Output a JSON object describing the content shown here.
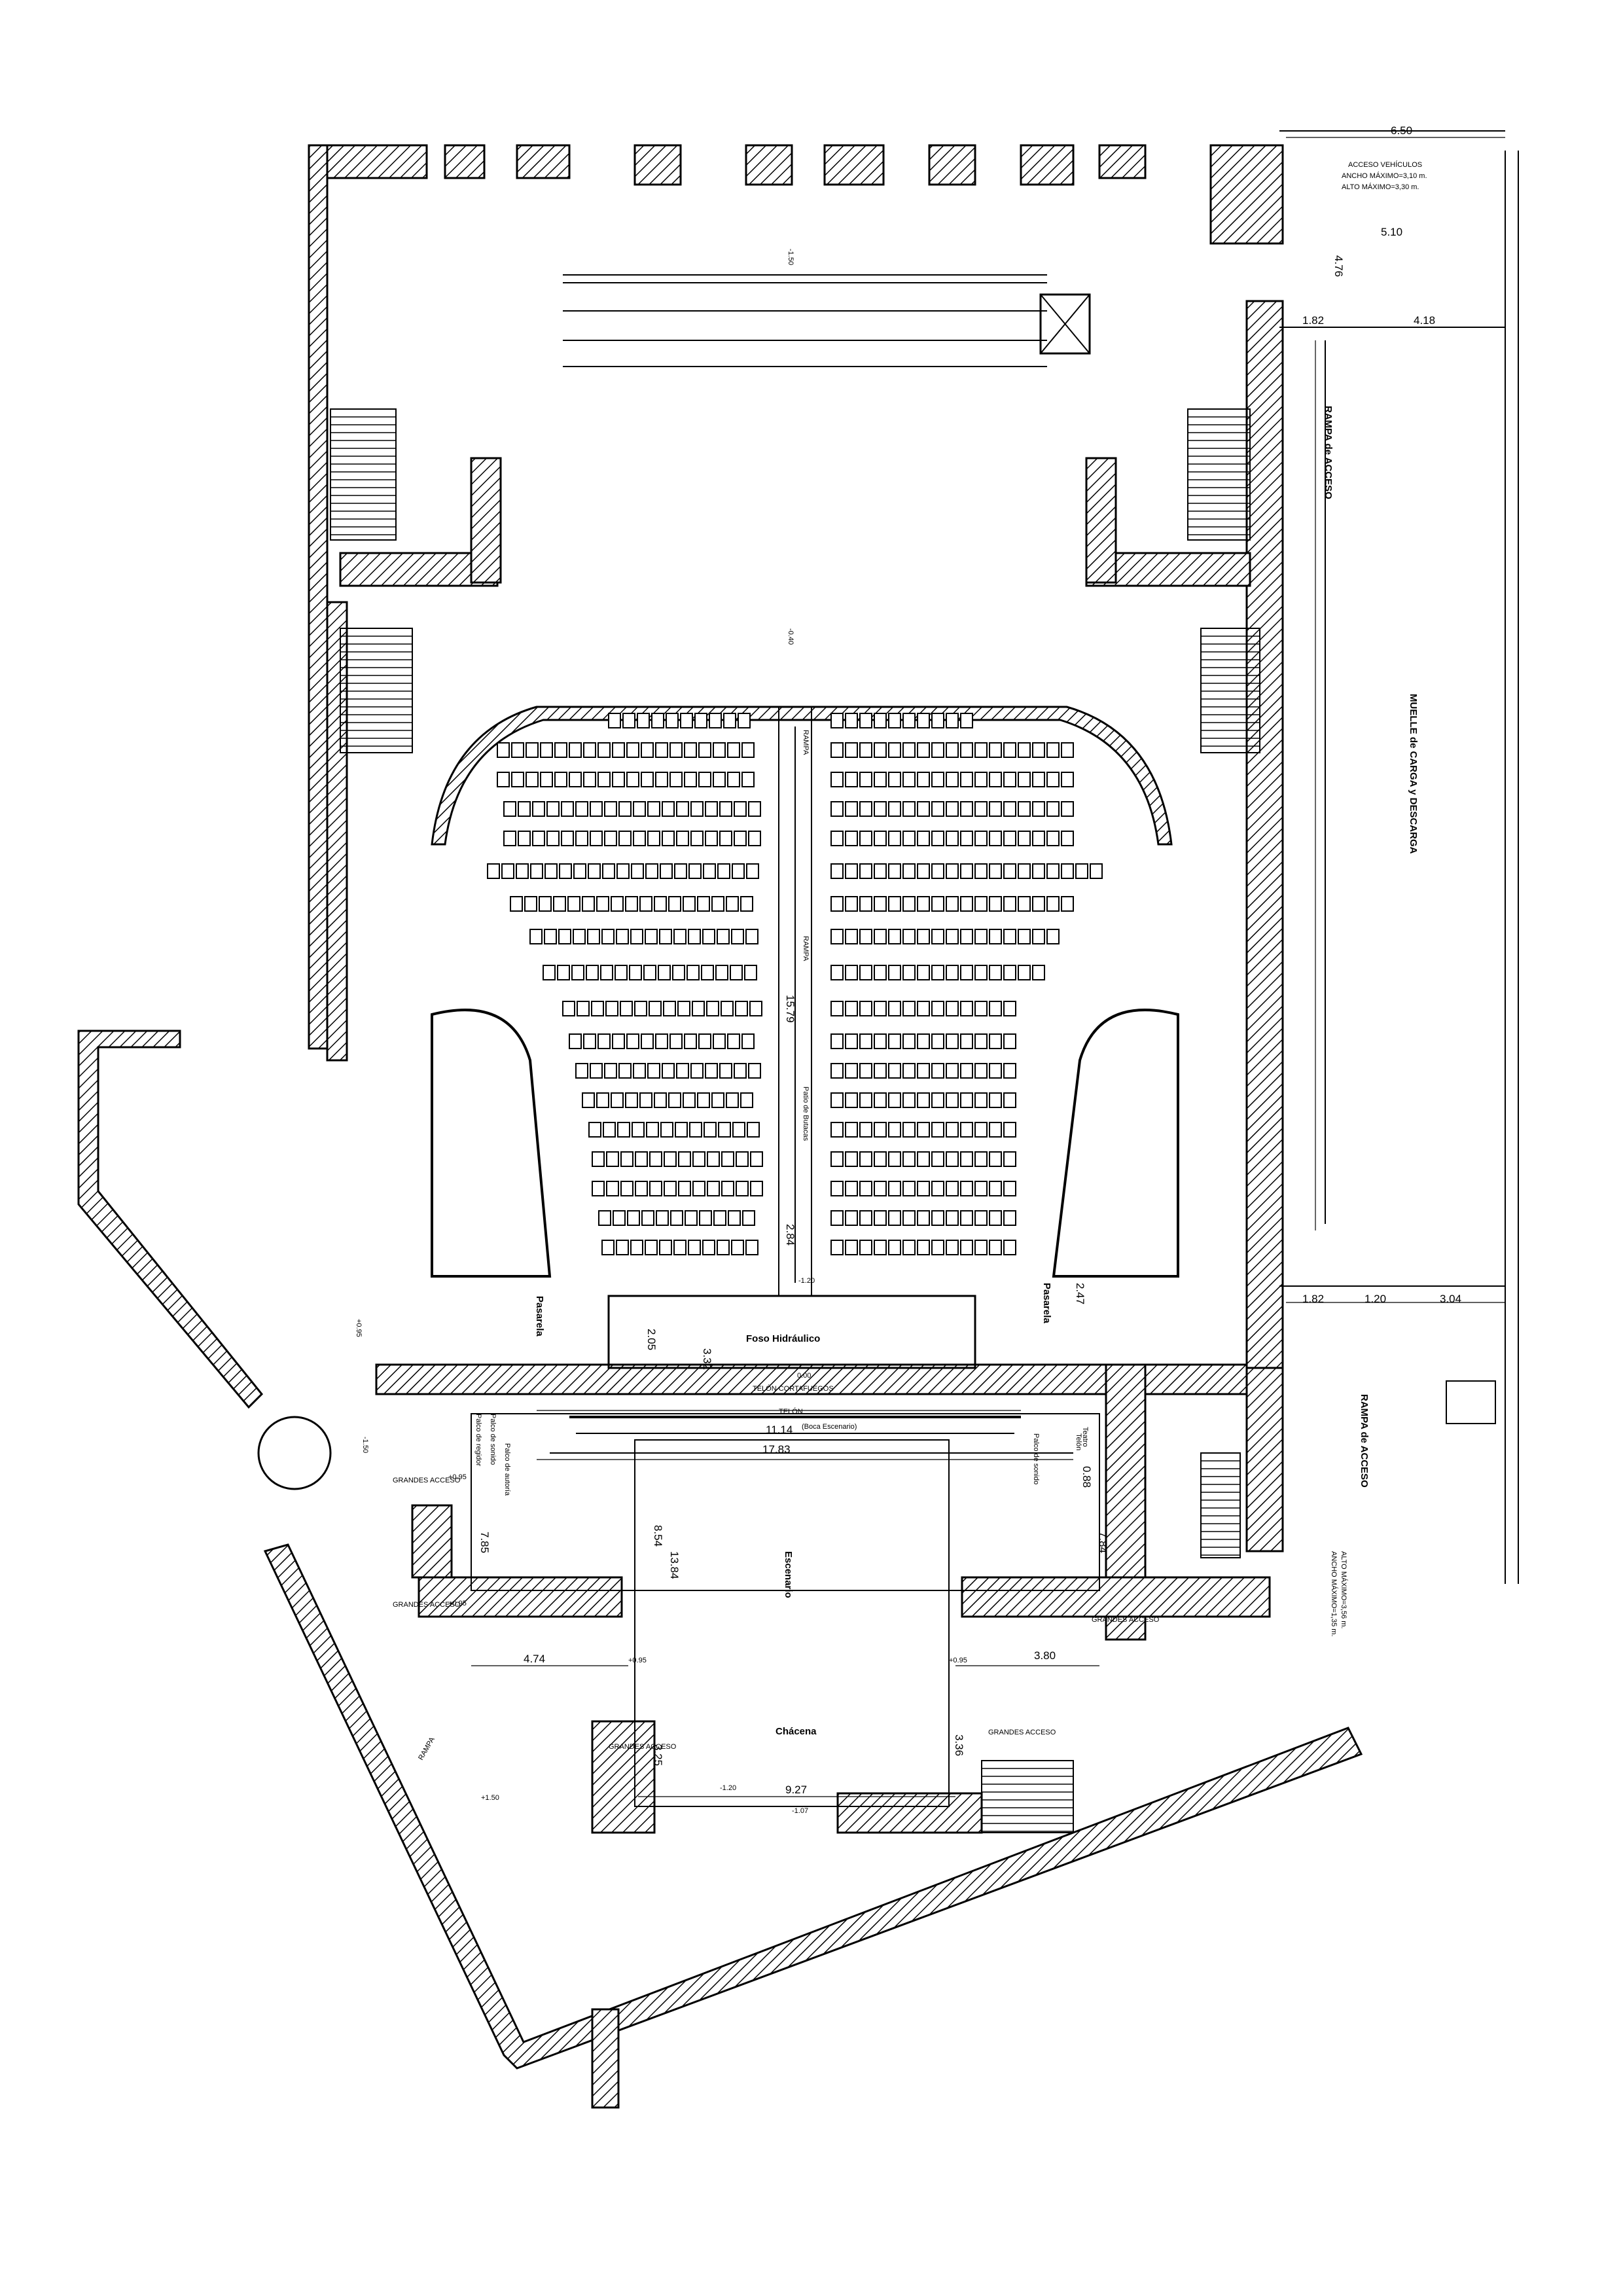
{
  "labels": {
    "ramp_top": "RAMPA de ACCESO",
    "vehicle_access": "ACCESO VEHÍCULOS",
    "vehicle_access_width": "ANCHO MÁXIMO=3,10 m.",
    "vehicle_access_height": "ALTO MÁXIMO=3,30 m.",
    "loading_dock": "MUELLE de CARGA y DESCARGA",
    "stalls": "Patio de Butacas",
    "ramp_aisle_upper": "RAMPA",
    "ramp_aisle_mid": "RAMPA",
    "pit": "Foso Hidráulico",
    "fire_curtain": "TELÓN CORTAFUEGOS",
    "curtain": "TELÓN",
    "stage": "Escenario",
    "backstage": "Chácena",
    "passage_left": "Pasarela",
    "passage_right": "Pasarela",
    "ramp_lower": "RAMPA de ACCESO",
    "ramp_lower_width": "ANCHO MÁXIMO=1,35 m.",
    "ramp_lower_height": "ALTO MÁXIMO=3,56 m.",
    "stage_box_width": "(Boca Escenario)",
    "access_a": "GRANDES ACCESO",
    "access_b": "GRANDES ACCESO",
    "access_c": "GRANDES ACCESO",
    "access_d": "GRANDES ACCESO",
    "access_e": "GRANDES ACCESO",
    "rampa_small": "RAMPA",
    "theater_label": "Teatro",
    "proscenium": "Palco de autoría",
    "telon_right": "Telón",
    "dressing_left": "Palco de regidor",
    "dressing_left_b": "Palco de sonido",
    "dressing_right": "Palco de sonido"
  },
  "levels": {
    "l1": "-1.50",
    "l2": "-0.40",
    "l3": "0.00",
    "l4": "-1.20",
    "l5": "+0.95",
    "l6": "+0.95",
    "l7": "+0.95",
    "l8": "-1.50",
    "l9": "+0.95",
    "l10": "+0.95",
    "l11": "-1.20",
    "l12": "-1.07",
    "l13": "+1.50"
  },
  "dimensions": {
    "d_650": "6.50",
    "d_510": "5.10",
    "d_476": "4.76",
    "d_182": "1.82",
    "d_418": "4.18",
    "d_1579": "15.79",
    "d_284": "2.84",
    "d_205": "2.05",
    "d_332": "3.32",
    "d_247": "2.47",
    "d_1114": "11.14",
    "d_1783": "17.83",
    "d_088": "0.88",
    "d_854": "8.54",
    "d_1384": "13.84",
    "d_785": "7.85",
    "d_784": "7.84",
    "d_474": "4.74",
    "d_380": "3.80",
    "d_325": "3.25",
    "d_336": "3.36",
    "d_927": "9.27",
    "d_182b": "1.82",
    "d_120": "1.20",
    "d_304": "3.04"
  },
  "colors": {
    "ink": "#000000",
    "paper": "#ffffff"
  }
}
